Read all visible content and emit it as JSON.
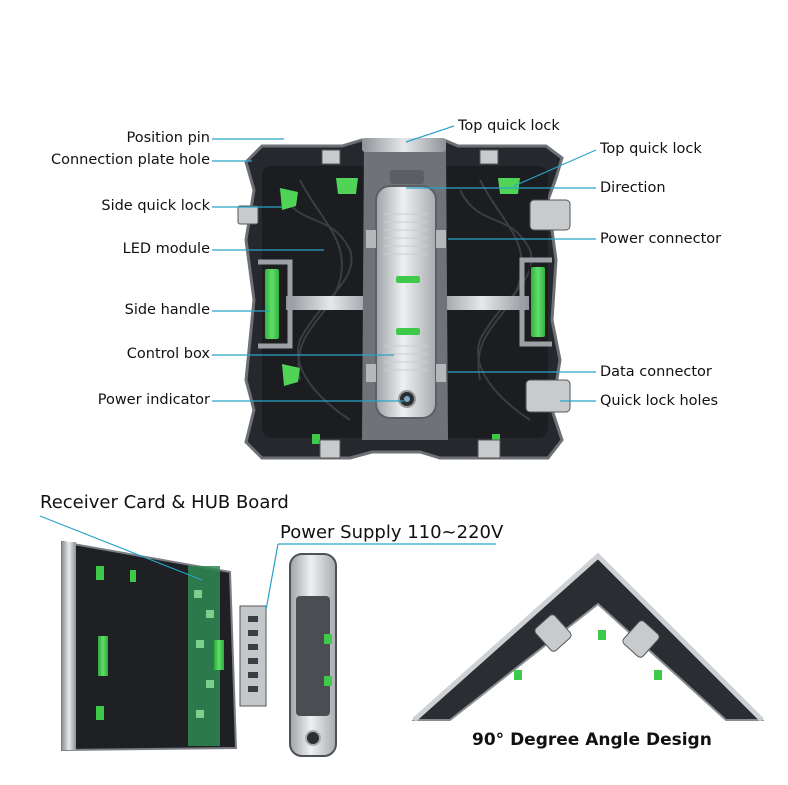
{
  "callouts": {
    "position_pin": "Position pin",
    "connection_plate_hole": "Connection plate hole",
    "side_quick_lock": "Side quick lock",
    "led_module": "LED module",
    "side_handle": "Side handle",
    "control_box": "Control box",
    "power_indicator": "Power indicator",
    "top_quick_lock_a": "Top quick lock",
    "top_quick_lock_b": "Top quick lock",
    "direction": "Direction",
    "power_connector": "Power connector",
    "data_connector": "Data connector",
    "quick_lock_holes": "Quick lock holes"
  },
  "bottom": {
    "receiver_card": "Receiver Card & HUB Board",
    "power_supply": "Power Supply 110~220V",
    "angle_caption": "90° Degree Angle Design"
  },
  "colors": {
    "accent_green": "#3ec94a",
    "leader_line": "#2aa3c8",
    "frame_dark": "#2a2d31",
    "metal": "#b9bcc0"
  }
}
